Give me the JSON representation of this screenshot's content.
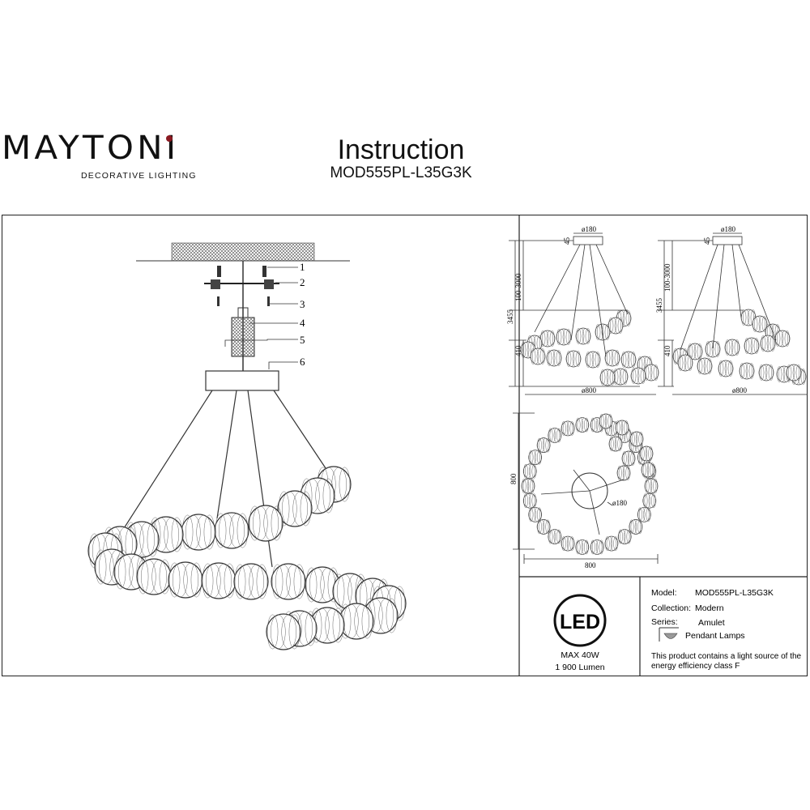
{
  "brand": {
    "name": "MAYTONI",
    "tagline": "DECORATIVE LIGHTING",
    "dot_color": "#8b1a22"
  },
  "header": {
    "title": "Instruction",
    "model": "MOD555PL-L35G3K"
  },
  "callouts": [
    "1",
    "2",
    "3",
    "4",
    "5",
    "6"
  ],
  "dimensions": {
    "side1": {
      "top_dia": "ø180",
      "top_h": "45",
      "cable": "100-3000",
      "total": "3455",
      "ring_h": "410",
      "width": "ø800"
    },
    "side2": {
      "top_dia": "ø180",
      "top_h": "45",
      "cable": "100-3000",
      "total": "3455",
      "ring_h": "410",
      "width": "ø800"
    },
    "top_view": {
      "height": "800",
      "width": "800",
      "canopy": "ø180"
    }
  },
  "led_badge": {
    "label": "LED",
    "power": "MAX 40W",
    "lumen": "1 900 Lumen"
  },
  "specs": {
    "model_label": "Model:",
    "model_value": "MOD555PL-L35G3K",
    "collection_label": "Collection:",
    "collection_value": "Modern",
    "series_label": "Series:",
    "series_value": "Amulet",
    "type_value": "Pendant Lamps",
    "energy_line1": "This product contains a light source of the",
    "energy_line2": "energy efficiency class F"
  }
}
